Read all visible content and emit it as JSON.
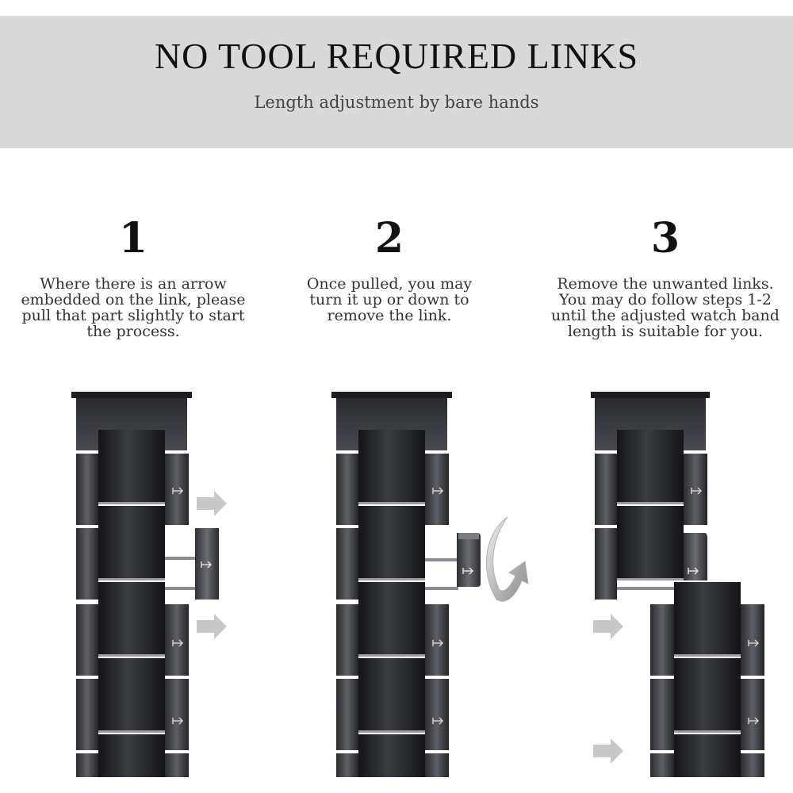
{
  "banner": {
    "title": "NO TOOL REQUIRED LINKS",
    "subtitle": "Length adjustment by bare hands"
  },
  "steps": [
    {
      "number": "1",
      "lines": [
        "Where there is an arrow",
        "embedded on the link, please",
        "pull that part slightly to start",
        "the process."
      ]
    },
    {
      "number": "2",
      "lines": [
        "Once pulled, you may",
        "turn it up or down to",
        "remove the link."
      ]
    },
    {
      "number": "3",
      "lines": [
        "Remove the unwanted links.",
        "You may do follow steps 1-2",
        "until the adjusted watch band",
        "length is suitable for you."
      ]
    }
  ],
  "colors": {
    "banner_bg": "#d9d9d9",
    "metal_dark": "#1e1f22",
    "metal_light": "#5a5c62",
    "arrow": "#c8c8c8"
  }
}
